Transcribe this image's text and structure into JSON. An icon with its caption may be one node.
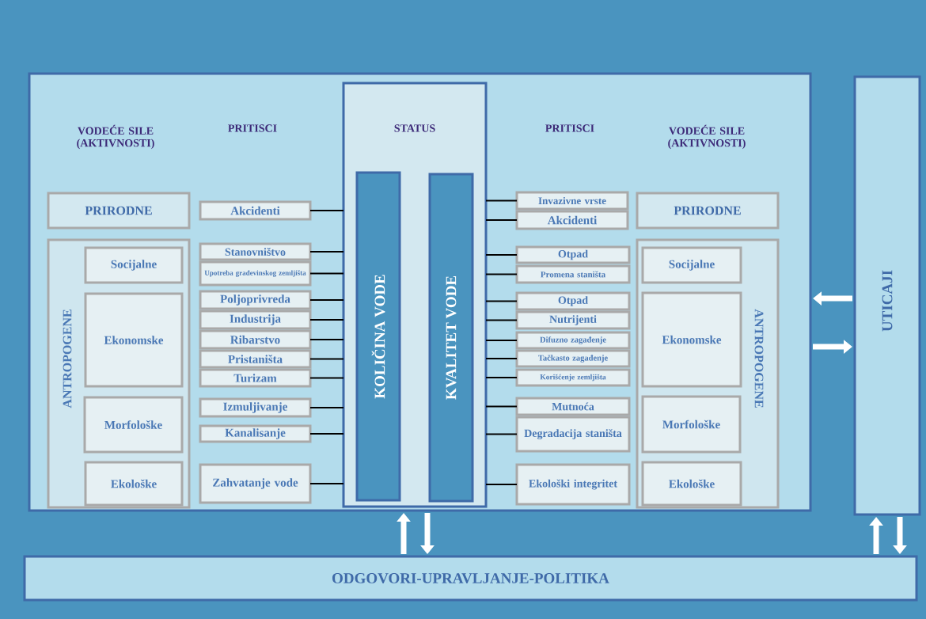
{
  "diagram": {
    "nodes": [
      {
        "text": [],
        "shape": "box"
      },
      {
        "text": [
          "STATUS"
        ],
        "in": 0
      },
      {
        "text": [
          "KOLIČINA VODE"
        ],
        "in": 1
      },
      {
        "text": [
          "KVALITET VODE"
        ],
        "in": 1
      },
      {
        "text": [
          "UTICAJI"
        ]
      },
      {
        "text": [
          "ODGOVORI-UPRAVLJANJE-POLITIKA"
        ]
      },
      {
        "text": [
          "PRIRODNE"
        ],
        "in": 0
      },
      {
        "text": [
          "ANTROPOGENE"
        ],
        "in": 0
      },
      {
        "text": [
          "Socijalne"
        ],
        "in": 7
      },
      {
        "text": [
          "Ekonomske"
        ],
        "in": 7
      },
      {
        "text": [
          "Morfološke"
        ],
        "in": 7
      },
      {
        "text": [
          "Ekološke"
        ],
        "in": 7
      },
      {
        "text": [
          "Akcidenti"
        ],
        "in": 0
      },
      {
        "text": [
          "Stanovništvo"
        ],
        "in": 0
      },
      {
        "text": [
          "Upotreba građevinskog zemljišta"
        ],
        "in": 0
      },
      {
        "text": [
          "Poljoprivreda"
        ],
        "in": 0
      },
      {
        "text": [
          "Industrija"
        ],
        "in": 0
      },
      {
        "text": [
          "Ribarstvo"
        ],
        "in": 0
      },
      {
        "text": [
          "Pristaništa"
        ],
        "in": 0
      },
      {
        "text": [
          "Turizam"
        ],
        "in": 0
      },
      {
        "text": [
          "Izmuljivanje"
        ],
        "in": 0
      },
      {
        "text": [
          "Kanalisanje"
        ],
        "in": 0
      },
      {
        "text": [
          "Zahvatanje vode"
        ],
        "in": 0
      },
      {
        "text": [
          "Invazivne vrste"
        ],
        "in": 0
      },
      {
        "text": [
          "Akcidenti"
        ],
        "in": 0
      },
      {
        "text": [
          "Otpad"
        ],
        "in": 0
      },
      {
        "text": [
          "Promena staništa"
        ],
        "in": 0
      },
      {
        "text": [
          "Otpad"
        ],
        "in": 0
      },
      {
        "text": [
          "Nutrijenti"
        ],
        "in": 0
      },
      {
        "text": [
          "Difuzno zagađenje"
        ],
        "in": 0
      },
      {
        "text": [
          "Tačkasto zagađenje"
        ],
        "in": 0
      },
      {
        "text": [
          "Korišćenje zemljišta"
        ],
        "in": 0
      },
      {
        "text": [
          "Mutnoća"
        ],
        "in": 0
      },
      {
        "text": [
          "Degradacija staništa"
        ],
        "in": 0
      },
      {
        "text": [
          "Ekološki integritet"
        ],
        "in": 0
      },
      {
        "text": [
          "PRIRODNE"
        ],
        "in": 0
      },
      {
        "text": [
          "ANTROPOGENE"
        ],
        "in": 0
      },
      {
        "text": [
          "Socijalne"
        ],
        "in": 36
      },
      {
        "text": [
          "Ekonomske"
        ],
        "in": 36
      },
      {
        "text": [
          "Morfološke"
        ],
        "in": 36
      },
      {
        "text": [
          "Ekološke"
        ],
        "in": 36
      }
    ],
    "edges": [
      {
        "from": 12,
        "to": 1,
        "arrow": "none"
      },
      {
        "from": 13,
        "to": 1,
        "arrow": "none"
      },
      {
        "from": 14,
        "to": 1,
        "arrow": "none"
      },
      {
        "from": 15,
        "to": 1,
        "arrow": "none"
      },
      {
        "from": 16,
        "to": 1,
        "arrow": "none"
      },
      {
        "from": 17,
        "to": 1,
        "arrow": "none"
      },
      {
        "from": 18,
        "to": 1,
        "arrow": "none"
      },
      {
        "from": 19,
        "to": 1,
        "arrow": "none"
      },
      {
        "from": 20,
        "to": 1,
        "arrow": "none"
      },
      {
        "from": 21,
        "to": 1,
        "arrow": "none"
      },
      {
        "from": 22,
        "to": 1,
        "arrow": "none"
      },
      {
        "from": 1,
        "to": 23,
        "arrow": "none"
      },
      {
        "from": 1,
        "to": 24,
        "arrow": "none"
      },
      {
        "from": 1,
        "to": 25,
        "arrow": "none"
      },
      {
        "from": 1,
        "to": 26,
        "arrow": "none"
      },
      {
        "from": 1,
        "to": 27,
        "arrow": "none"
      },
      {
        "from": 1,
        "to": 28,
        "arrow": "none"
      },
      {
        "from": 1,
        "to": 29,
        "arrow": "none"
      },
      {
        "from": 1,
        "to": 30,
        "arrow": "none"
      },
      {
        "from": 1,
        "to": 31,
        "arrow": "none"
      },
      {
        "from": 1,
        "to": 32,
        "arrow": "none"
      },
      {
        "from": 1,
        "to": 33,
        "arrow": "none"
      },
      {
        "from": 1,
        "to": 34,
        "arrow": "none"
      },
      {
        "from": 4,
        "to": 0,
        "arrow": "to",
        "style": "thick",
        "color": "#ffffff"
      },
      {
        "from": 0,
        "to": 4,
        "arrow": "to",
        "style": "thick",
        "color": "#ffffff"
      },
      {
        "from": 5,
        "to": 0,
        "arrow": "to",
        "style": "thick",
        "color": "#ffffff"
      },
      {
        "from": 0,
        "to": 5,
        "arrow": "to",
        "style": "thick",
        "color": "#ffffff"
      },
      {
        "from": 5,
        "to": 4,
        "arrow": "to",
        "style": "thick",
        "color": "#ffffff"
      },
      {
        "from": 4,
        "to": 5,
        "arrow": "to",
        "style": "thick",
        "color": "#ffffff"
      }
    ],
    "labels": [
      "VODEĆE SILE (AKTIVNOSTI)",
      "PRITISCI",
      "PRITISCI",
      "VODEĆE SILE (AKTIVNOSTI)"
    ]
  }
}
